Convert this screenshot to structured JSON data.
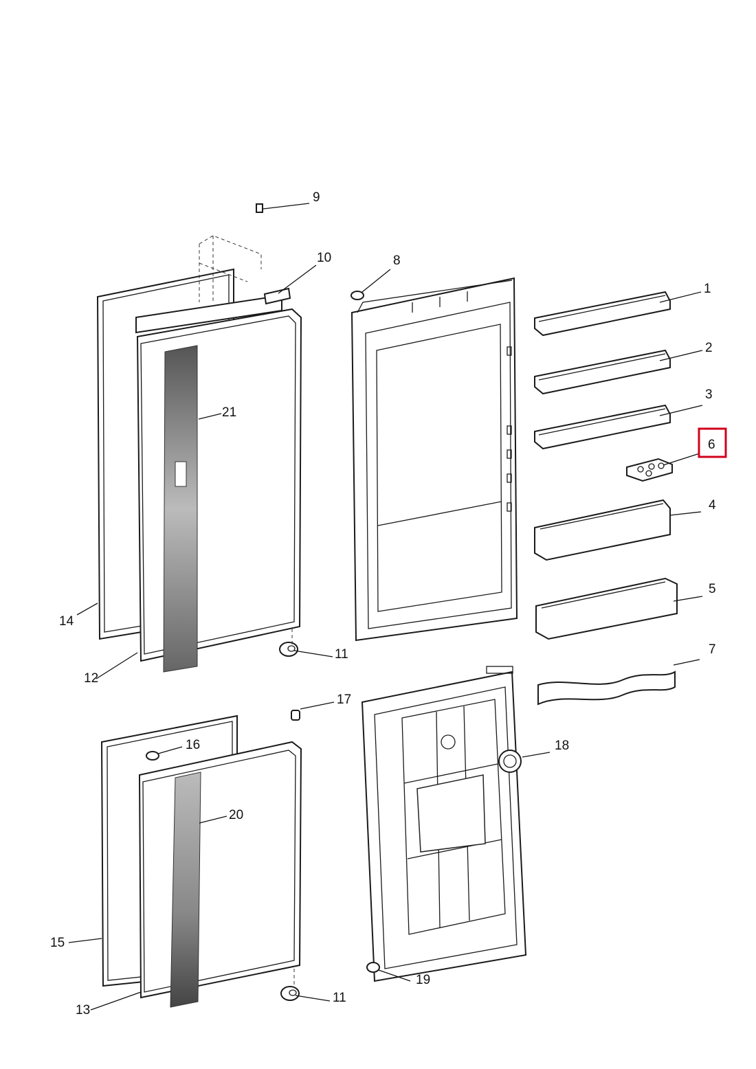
{
  "parts": [
    {
      "id": "1",
      "label": "1"
    },
    {
      "id": "2",
      "label": "2"
    },
    {
      "id": "3",
      "label": "3"
    },
    {
      "id": "4",
      "label": "4"
    },
    {
      "id": "5",
      "label": "5"
    },
    {
      "id": "6",
      "label": "6",
      "highlighted": true
    },
    {
      "id": "7",
      "label": "7"
    },
    {
      "id": "8",
      "label": "8"
    },
    {
      "id": "9",
      "label": "9"
    },
    {
      "id": "10",
      "label": "10"
    },
    {
      "id": "11a",
      "label": "11"
    },
    {
      "id": "11b",
      "label": "11"
    },
    {
      "id": "12",
      "label": "12"
    },
    {
      "id": "13",
      "label": "13"
    },
    {
      "id": "14",
      "label": "14"
    },
    {
      "id": "15",
      "label": "15"
    },
    {
      "id": "16",
      "label": "16"
    },
    {
      "id": "17",
      "label": "17"
    },
    {
      "id": "18",
      "label": "18"
    },
    {
      "id": "19",
      "label": "19"
    },
    {
      "id": "20",
      "label": "20"
    },
    {
      "id": "21",
      "label": "21"
    }
  ],
  "colors": {
    "highlight": "#d0021b",
    "line": "#1a1a1a",
    "background": "#ffffff"
  }
}
